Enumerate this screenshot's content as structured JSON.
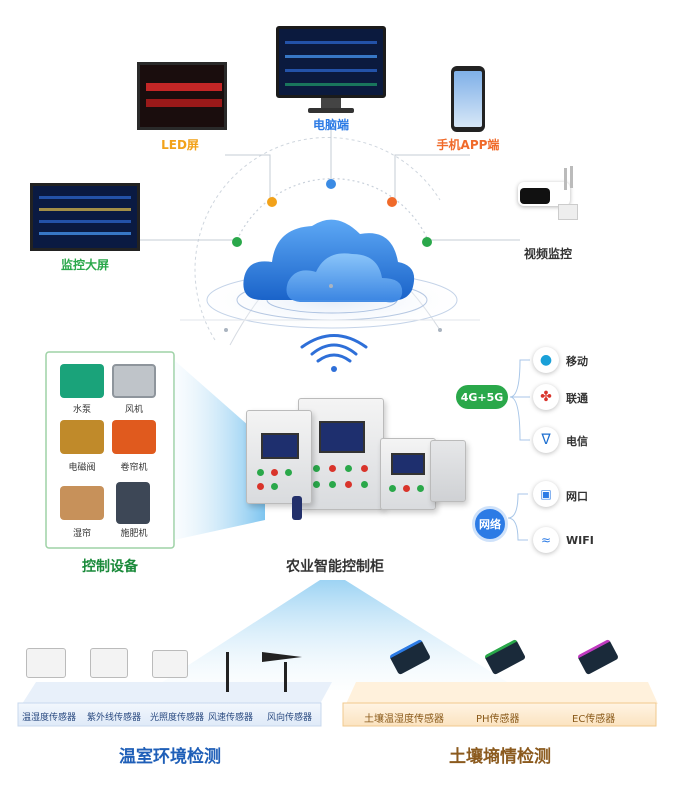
{
  "terminals": {
    "pc": "电脑端",
    "led": "LED屏",
    "app": "手机APP端",
    "bigscreen": "监控大屏",
    "video": "视频监控"
  },
  "network": {
    "mobile_label": "4G+5G",
    "carriers": [
      {
        "name": "移动",
        "icon": "china-mobile-icon"
      },
      {
        "name": "联通",
        "icon": "china-unicom-icon"
      },
      {
        "name": "电信",
        "icon": "china-telecom-icon"
      }
    ],
    "wired_label": "网络",
    "wired": [
      {
        "name": "网口",
        "icon": "ethernet-port-icon"
      },
      {
        "name": "WIFI",
        "icon": "wifi-icon"
      }
    ]
  },
  "control": {
    "title": "控制设备",
    "devices": [
      "水泵",
      "风机",
      "电磁阀",
      "卷帘机",
      "湿帘",
      "施肥机"
    ]
  },
  "cabinet": {
    "title": "农业智能控制柜"
  },
  "greenhouse": {
    "sensors": [
      "温湿度传感器",
      "紫外线传感器",
      "光照度传感器",
      "风速传感器",
      "风向传感器"
    ],
    "title": "温室环境检测"
  },
  "soil": {
    "sensors": [
      "土壤温湿度传感器",
      "PH传感器",
      "EC传感器"
    ],
    "title": "土壤墒情检测"
  },
  "colors": {
    "green": "#2aa84a",
    "orange": "#f08a1c",
    "blue": "#2c7be5",
    "cloud": "#2f7fe0",
    "title_blue": "#1f5fb8",
    "title_brown": "#8b5a1e"
  }
}
